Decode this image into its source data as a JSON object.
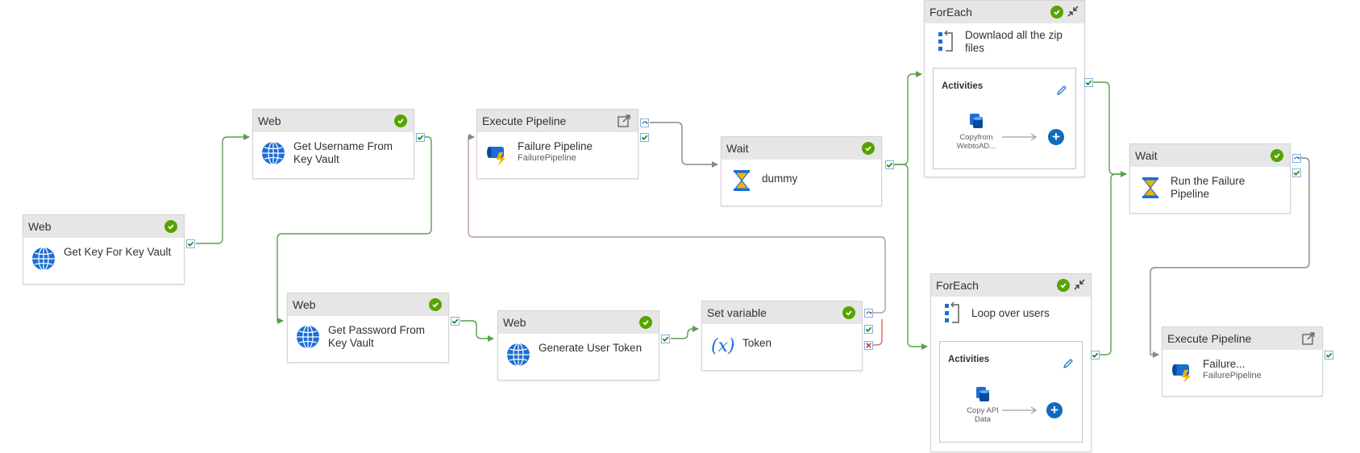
{
  "colors": {
    "success": "#57a300",
    "success_wire": "#5b9e4f",
    "header_bg": "#e6e6e6",
    "accent_blue": "#0f6cbd",
    "port_border": "#7fb3e0",
    "fail_red": "#d13438"
  },
  "nodes": {
    "web_key": {
      "type": "Web",
      "title": "Get Key For Key Vault",
      "icon": "globe-icon"
    },
    "web_username": {
      "type": "Web",
      "title": "Get Username From Key Vault",
      "icon": "globe-icon"
    },
    "web_password": {
      "type": "Web",
      "title": "Get Password From Key Vault",
      "icon": "globe-icon"
    },
    "web_token": {
      "type": "Web",
      "title": "Generate User Token",
      "icon": "globe-icon"
    },
    "exec_failure": {
      "type": "Execute Pipeline",
      "title": "Failure Pipeline",
      "subtitle": "FailurePipeline",
      "icon": "execute-pipeline-icon"
    },
    "set_variable": {
      "type": "Set variable",
      "title": "Token",
      "icon": "variable-icon"
    },
    "wait_dummy": {
      "type": "Wait",
      "title": "dummy",
      "icon": "hourglass-icon"
    },
    "foreach_download": {
      "type": "ForEach",
      "title": "Downlaod all the zip files",
      "icon": "foreach-icon",
      "activities_label": "Activities",
      "inner_activity": "Copyfrom WebtoAD..."
    },
    "foreach_users": {
      "type": "ForEach",
      "title": "Loop over users",
      "icon": "foreach-icon",
      "activities_label": "Activities",
      "inner_activity": "Copy API Data"
    },
    "wait_failure": {
      "type": "Wait",
      "title": "Run the Failure Pipeline",
      "icon": "hourglass-icon"
    },
    "exec_failure2": {
      "type": "Execute Pipeline",
      "title": "Failure...",
      "subtitle": "FailurePipeline",
      "icon": "execute-pipeline-icon"
    }
  }
}
